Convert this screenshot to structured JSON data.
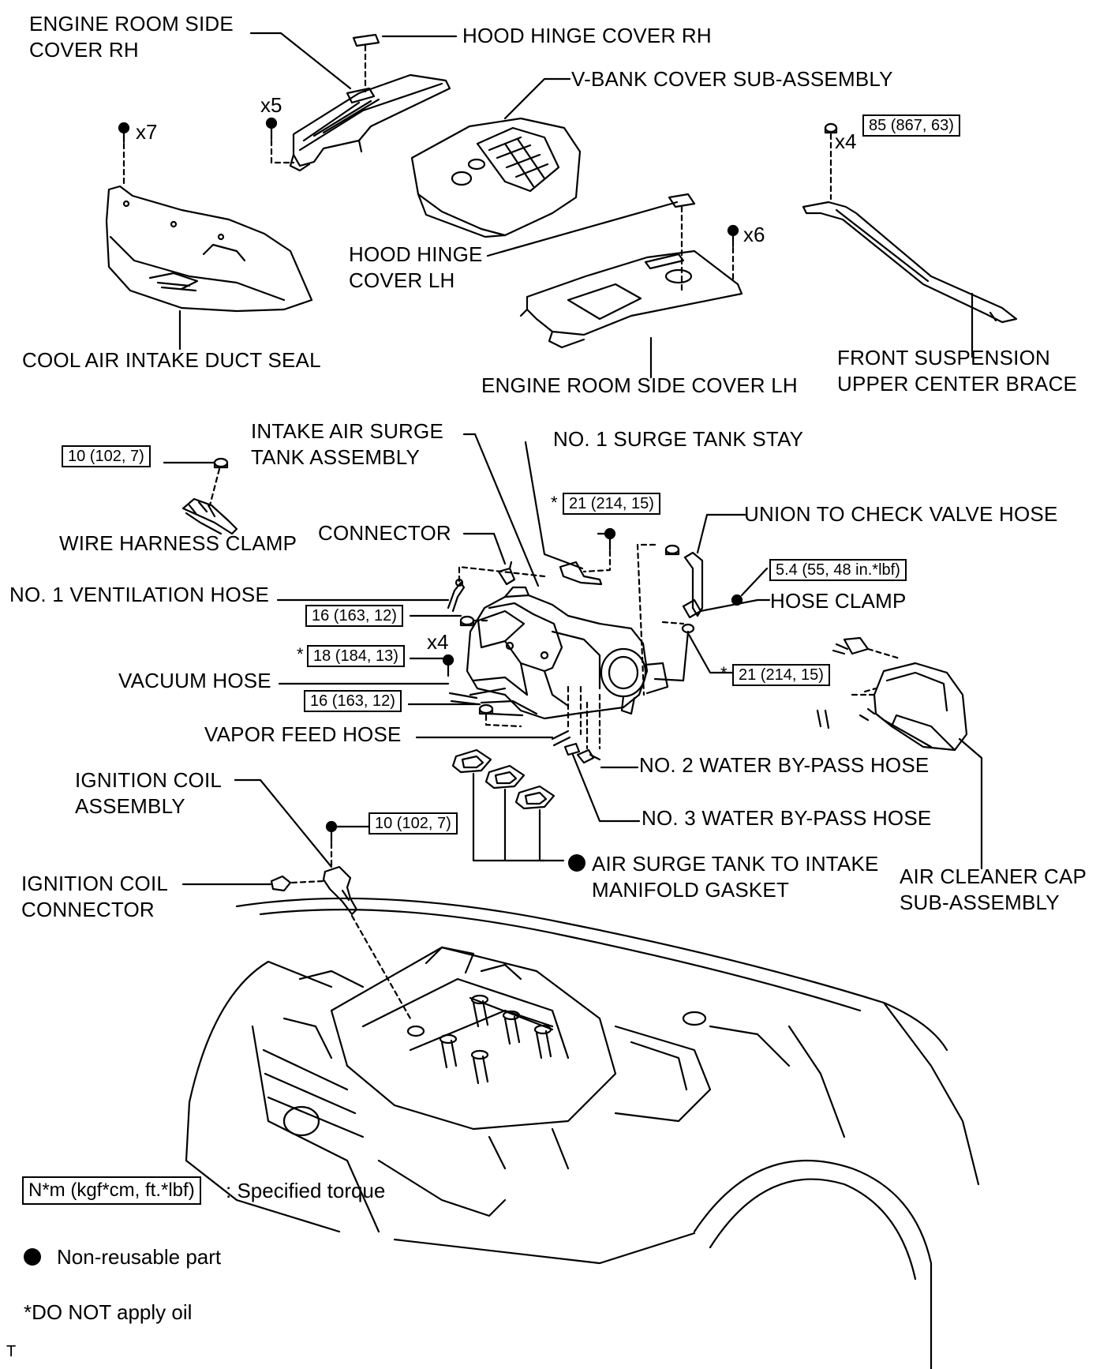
{
  "labels": {
    "engine_room_side_cover_rh": "ENGINE ROOM SIDE\nCOVER RH",
    "hood_hinge_cover_rh": "HOOD HINGE COVER RH",
    "v_bank_cover": "V-BANK COVER SUB-ASSEMBLY",
    "hood_hinge_cover_lh": "HOOD HINGE\nCOVER LH",
    "cool_air_intake_duct_seal": "COOL AIR INTAKE DUCT SEAL",
    "engine_room_side_cover_lh": "ENGINE ROOM SIDE COVER LH",
    "front_suspension_brace": "FRONT SUSPENSION\nUPPER CENTER BRACE",
    "intake_air_surge_tank": "INTAKE AIR SURGE\nTANK ASSEMBLY",
    "no1_surge_tank_stay": "NO. 1 SURGE TANK STAY",
    "wire_harness_clamp": "WIRE HARNESS CLAMP",
    "connector": "CONNECTOR",
    "union_to_check_valve_hose": "UNION TO CHECK VALVE HOSE",
    "no1_ventilation_hose": "NO. 1 VENTILATION HOSE",
    "hose_clamp": "HOSE CLAMP",
    "vacuum_hose": "VACUUM HOSE",
    "vapor_feed_hose": "VAPOR FEED HOSE",
    "no2_water_bypass_hose": "NO. 2 WATER BY-PASS HOSE",
    "no3_water_bypass_hose": "NO. 3 WATER BY-PASS HOSE",
    "ignition_coil_assembly": "IGNITION COIL\nASSEMBLY",
    "air_surge_tank_gasket": "AIR SURGE TANK TO INTAKE\nMANIFOLD GASKET",
    "air_cleaner_cap": "AIR CLEANER CAP\nSUB-ASSEMBLY",
    "ignition_coil_connector": "IGNITION COIL\nCONNECTOR"
  },
  "torques": {
    "t_85": "85 (867, 63)",
    "t_10_harness": "10 (102, 7)",
    "t_21_stay": "21 (214, 15)",
    "t_5_4": "5.4 (55, 48 in.*lbf)",
    "t_16_upper": "16 (163, 12)",
    "t_18": "18 (184, 13)",
    "t_21_lower": "21 (214, 15)",
    "t_16_lower": "16 (163, 12)",
    "t_10_coil": "10 (102, 7)"
  },
  "quantities": {
    "x5": "x5",
    "x7": "x7",
    "x4_brace": "x4",
    "x6": "x6",
    "x4_bolts": "x4"
  },
  "markers": {
    "star": "*"
  },
  "legend": {
    "torque_unit": "N*m (kgf*cm, ft.*lbf)",
    "torque_desc": ": Specified torque",
    "non_reusable": "Non-reusable part",
    "no_oil": "*DO NOT apply oil"
  },
  "footer": {
    "code": "T"
  }
}
